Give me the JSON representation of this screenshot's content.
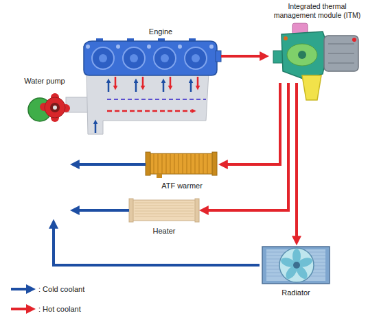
{
  "diagram": {
    "nodes": [
      {
        "text": [
          "Engine"
        ]
      },
      {
        "text": [
          "Integrated thermal management module (ITM)"
        ]
      },
      {
        "text": [
          "Water pump"
        ]
      },
      {
        "text": [
          "ATF warmer"
        ]
      },
      {
        "text": [
          "Heater"
        ]
      },
      {
        "text": [
          "Radiator"
        ]
      }
    ],
    "edges": [
      {
        "from": 0,
        "to": 1,
        "arrow": "to"
      },
      {
        "from": 1,
        "to": 3,
        "arrow": "to"
      },
      {
        "from": 1,
        "to": 4,
        "arrow": "to"
      },
      {
        "from": 1,
        "to": 5,
        "arrow": "to"
      },
      {
        "from": 3,
        "to": 2,
        "arrow": "to"
      },
      {
        "from": 4,
        "to": 2,
        "arrow": "to"
      },
      {
        "from": 5,
        "to": 2,
        "arrow": "to"
      }
    ],
    "legend": [
      {
        "text": ": Cold coolant"
      },
      {
        "text": ": Hot coolant"
      }
    ]
  }
}
